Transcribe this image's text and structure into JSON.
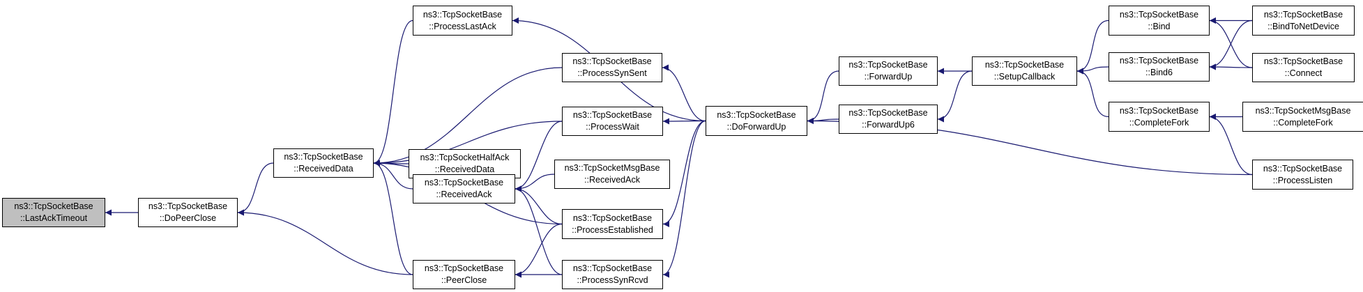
{
  "graph": {
    "colors": {
      "edge": "#191970",
      "focus_fill": "#bfbfbf",
      "node_border": "#000000"
    },
    "nodes": [
      {
        "id": "lastacktimeout",
        "line1": "ns3::TcpSocketBase",
        "line2": "::LastAckTimeout",
        "focus": true
      },
      {
        "id": "dopeerclose",
        "line1": "ns3::TcpSocketBase",
        "line2": "::DoPeerClose"
      },
      {
        "id": "receiveddata",
        "line1": "ns3::TcpSocketBase",
        "line2": "::ReceivedData"
      },
      {
        "id": "peerclose",
        "line1": "ns3::TcpSocketBase",
        "line2": "::PeerClose"
      },
      {
        "id": "processlastack",
        "line1": "ns3::TcpSocketBase",
        "line2": "::ProcessLastAck"
      },
      {
        "id": "halfack-receiveddata",
        "line1": "ns3::TcpSocketHalfAck",
        "line2": "::ReceivedData"
      },
      {
        "id": "receivedack",
        "line1": "ns3::TcpSocketBase",
        "line2": "::ReceivedAck"
      },
      {
        "id": "processsynsent",
        "line1": "ns3::TcpSocketBase",
        "line2": "::ProcessSynSent"
      },
      {
        "id": "processwait",
        "line1": "ns3::TcpSocketBase",
        "line2": "::ProcessWait"
      },
      {
        "id": "msgbase-receivedack",
        "line1": "ns3::TcpSocketMsgBase",
        "line2": "::ReceivedAck"
      },
      {
        "id": "processestablished",
        "line1": "ns3::TcpSocketBase",
        "line2": "::ProcessEstablished"
      },
      {
        "id": "processsynrcvd",
        "line1": "ns3::TcpSocketBase",
        "line2": "::ProcessSynRcvd"
      },
      {
        "id": "doforwardup",
        "line1": "ns3::TcpSocketBase",
        "line2": "::DoForwardUp"
      },
      {
        "id": "forwardup",
        "line1": "ns3::TcpSocketBase",
        "line2": "::ForwardUp"
      },
      {
        "id": "forwardup6",
        "line1": "ns3::TcpSocketBase",
        "line2": "::ForwardUp6"
      },
      {
        "id": "setupcallback",
        "line1": "ns3::TcpSocketBase",
        "line2": "::SetupCallback"
      },
      {
        "id": "bind",
        "line1": "ns3::TcpSocketBase",
        "line2": "::Bind"
      },
      {
        "id": "bind6",
        "line1": "ns3::TcpSocketBase",
        "line2": "::Bind6"
      },
      {
        "id": "completefork",
        "line1": "ns3::TcpSocketBase",
        "line2": "::CompleteFork"
      },
      {
        "id": "bindtonetdevice",
        "line1": "ns3::TcpSocketBase",
        "line2": "::BindToNetDevice"
      },
      {
        "id": "connect",
        "line1": "ns3::TcpSocketBase",
        "line2": "::Connect"
      },
      {
        "id": "msgbase-completefork",
        "line1": "ns3::TcpSocketMsgBase",
        "line2": "::CompleteFork"
      },
      {
        "id": "processlisten",
        "line1": "ns3::TcpSocketBase",
        "line2": "::ProcessListen"
      }
    ],
    "edges": [
      {
        "from": "dopeerclose",
        "to": "lastacktimeout"
      },
      {
        "from": "receiveddata",
        "to": "dopeerclose"
      },
      {
        "from": "peerclose",
        "to": "dopeerclose"
      },
      {
        "from": "processlastack",
        "to": "receiveddata"
      },
      {
        "from": "processsynsent",
        "to": "receiveddata"
      },
      {
        "from": "processwait",
        "to": "receiveddata"
      },
      {
        "from": "halfack-receiveddata",
        "to": "receiveddata"
      },
      {
        "from": "receivedack",
        "to": "receiveddata"
      },
      {
        "from": "processestablished",
        "to": "receiveddata"
      },
      {
        "from": "peerclose",
        "to": "receiveddata"
      },
      {
        "from": "processwait",
        "to": "receivedack"
      },
      {
        "from": "msgbase-receivedack",
        "to": "receivedack"
      },
      {
        "from": "processestablished",
        "to": "receivedack"
      },
      {
        "from": "processsynrcvd",
        "to": "receivedack"
      },
      {
        "from": "processestablished",
        "to": "peerclose"
      },
      {
        "from": "processsynrcvd",
        "to": "peerclose"
      },
      {
        "from": "doforwardup",
        "to": "processlastack"
      },
      {
        "from": "doforwardup",
        "to": "processsynsent"
      },
      {
        "from": "doforwardup",
        "to": "processwait"
      },
      {
        "from": "doforwardup",
        "to": "processestablished"
      },
      {
        "from": "doforwardup",
        "to": "processsynrcvd"
      },
      {
        "from": "forwardup",
        "to": "doforwardup"
      },
      {
        "from": "forwardup6",
        "to": "doforwardup"
      },
      {
        "from": "processlisten",
        "to": "doforwardup"
      },
      {
        "from": "setupcallback",
        "to": "forwardup"
      },
      {
        "from": "setupcallback",
        "to": "forwardup6"
      },
      {
        "from": "bind",
        "to": "setupcallback"
      },
      {
        "from": "bind6",
        "to": "setupcallback"
      },
      {
        "from": "completefork",
        "to": "setupcallback"
      },
      {
        "from": "bindtonetdevice",
        "to": "bind"
      },
      {
        "from": "connect",
        "to": "bind"
      },
      {
        "from": "bindtonetdevice",
        "to": "bind6"
      },
      {
        "from": "connect",
        "to": "bind6"
      },
      {
        "from": "msgbase-completefork",
        "to": "completefork"
      },
      {
        "from": "processlisten",
        "to": "completefork"
      }
    ]
  }
}
